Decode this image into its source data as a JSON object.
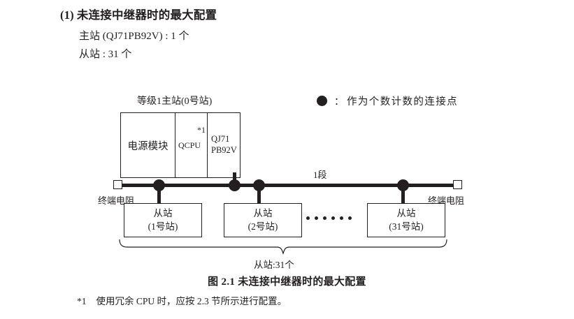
{
  "heading": {
    "number": "(1)",
    "title": "未连接中继器时的最大配置"
  },
  "spec": {
    "master_line": "主站 (QJ71PB92V) : 1 个",
    "slave_line": "从站 : 31 个"
  },
  "legend": {
    "symbol": "filled-circle",
    "colon": "：",
    "text": "作为个数计数的连接点"
  },
  "diagram": {
    "master_caption": "等级1主站(0号站)",
    "rack": {
      "power_module": "电源模块",
      "cpu_module": "QCPU",
      "cpu_footnote_mark": "*1",
      "network_module_line1": "QJ71",
      "network_module_line2": "PB92V"
    },
    "segment_label": "1段",
    "terminator_left": "终端电阻",
    "terminator_right": "终端电阻",
    "slaves": [
      {
        "title": "从站",
        "station": "(1号站)"
      },
      {
        "title": "从站",
        "station": "(2号站)"
      },
      {
        "title": "从站",
        "station": "(31号站)"
      }
    ],
    "ellipsis_dot_count": 6,
    "brace_label": "从站:31个"
  },
  "figure": {
    "caption": "图 2.1  未连接中继器时的最大配置"
  },
  "footnote": {
    "mark": "*1",
    "text": "使用冗余 CPU 时，应按 2.3 节所示进行配置。"
  },
  "colors": {
    "ink": "#231f20",
    "background": "#ffffff"
  }
}
